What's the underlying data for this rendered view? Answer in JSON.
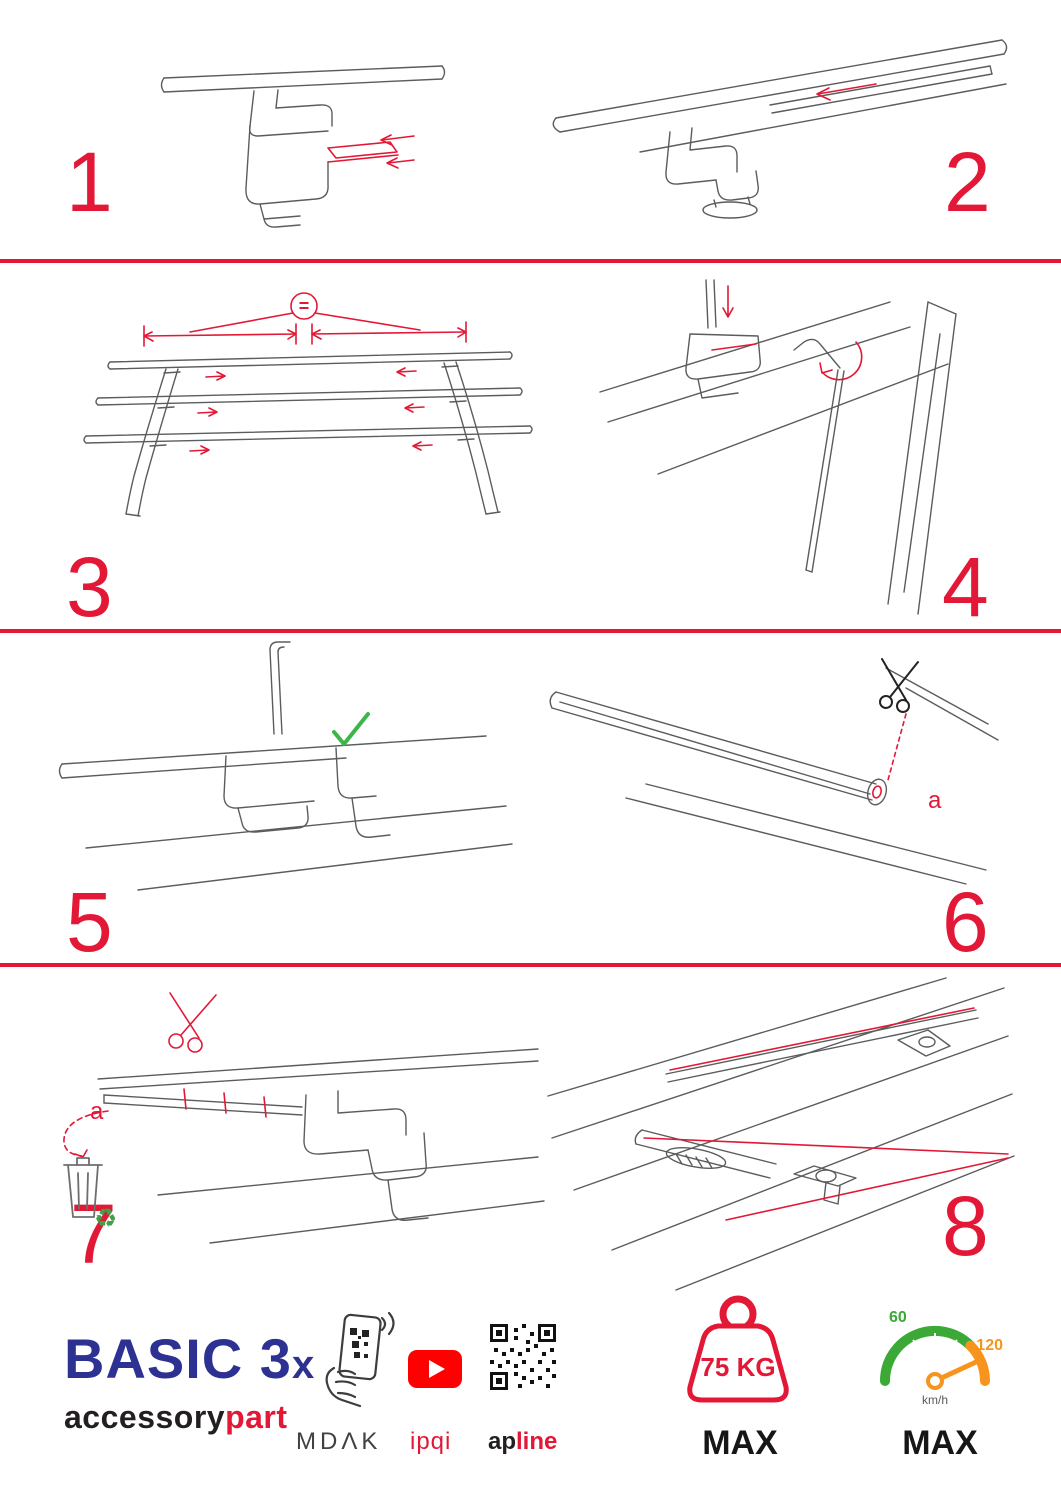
{
  "colors": {
    "accent_red": "#e31837",
    "drawing_gray": "#5b5c5e",
    "check_green": "#3cb54a",
    "brand_navy": "#2d3192",
    "youtube_red": "#ff0000",
    "speed_green": "#3aa935",
    "speed_orange": "#f7941d"
  },
  "steps": [
    {
      "number": "1"
    },
    {
      "number": "2"
    },
    {
      "number": "3"
    },
    {
      "number": "4"
    },
    {
      "number": "5"
    },
    {
      "number": "6"
    },
    {
      "number": "7"
    },
    {
      "number": "8"
    }
  ],
  "annotations": {
    "equal_sign": "=",
    "step6_label": "a",
    "step7_label": "a"
  },
  "icons": {
    "recycle": "♻"
  },
  "footer": {
    "brand_main": "BASIC 3",
    "brand_suffix": "x",
    "brand_sub_black": "accessory",
    "brand_sub_red": "part",
    "partner1": "MDΛK",
    "partner2": "ipqi",
    "partner3_black": "ap",
    "partner3_red": "line",
    "weight_value": "75 KG",
    "weight_max": "MAX",
    "speed_low": "60",
    "speed_high": "120",
    "speed_unit": "km/h",
    "speed_max": "MAX"
  }
}
